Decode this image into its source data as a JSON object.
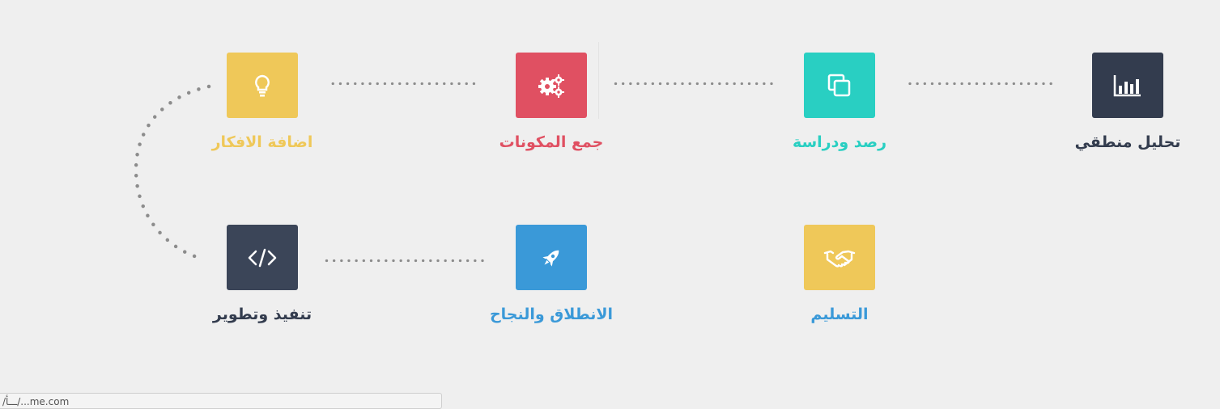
{
  "colors": {
    "background": "#efefef",
    "dark": "#333c4e",
    "teal": "#29cfc2",
    "red": "#e05062",
    "yellow": "#efc859",
    "blue": "#3a99d8",
    "dots": "#8c8c8c"
  },
  "steps": [
    {
      "label": "تحليل منطقي",
      "icon": "bar-chart-icon",
      "color": "#333c4e"
    },
    {
      "label": "رصد ودراسة",
      "icon": "copy-icon",
      "color": "#29cfc2"
    },
    {
      "label": "جمع المكونات",
      "icon": "gears-icon",
      "color": "#e05062"
    },
    {
      "label": "اضافة الافكار",
      "icon": "lightbulb-icon",
      "color": "#efc859"
    },
    {
      "label": "تنفيذ وتطوير",
      "icon": "code-icon",
      "color": "#333c4e"
    },
    {
      "label": "الانطلاق والنجاح",
      "icon": "rocket-icon",
      "color": "#3a99d8"
    },
    {
      "label": "التسليم",
      "icon": "handshake-icon",
      "color": "#efc859"
    }
  ],
  "status_bar": {
    "text": "/ـــأ/...me.com"
  }
}
